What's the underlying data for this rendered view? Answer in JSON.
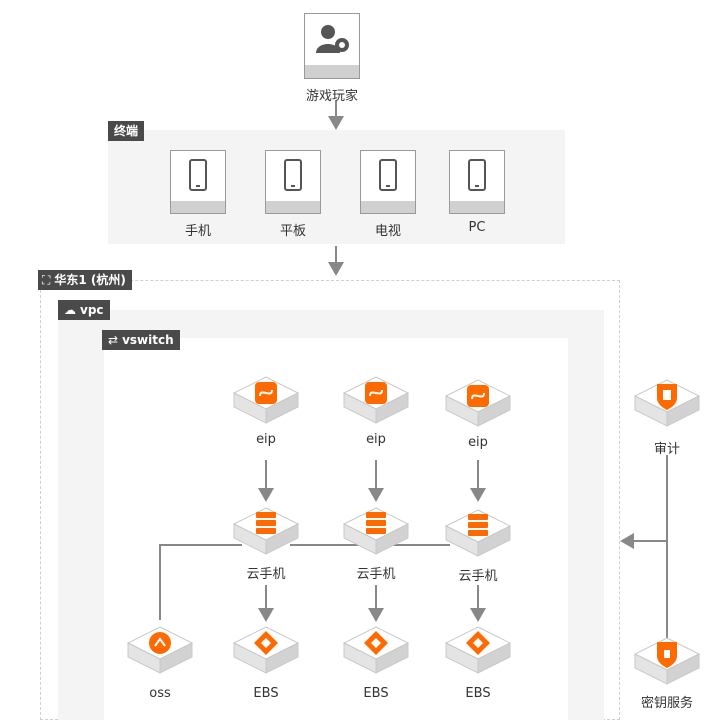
{
  "player": {
    "label": "游戏玩家"
  },
  "terminal": {
    "tag": "终端",
    "devices": [
      {
        "label": "手机"
      },
      {
        "label": "平板"
      },
      {
        "label": "电视"
      },
      {
        "label": "PC"
      }
    ]
  },
  "region": {
    "tag": "华东1 (杭州)"
  },
  "vpc": {
    "tag": "vpc"
  },
  "vswitch": {
    "tag": "vswitch"
  },
  "eips": [
    {
      "label": "eip"
    },
    {
      "label": "eip"
    },
    {
      "label": "eip"
    }
  ],
  "cloud_phones": [
    {
      "label": "云手机"
    },
    {
      "label": "云手机"
    },
    {
      "label": "云手机"
    }
  ],
  "storage": [
    {
      "label": "oss"
    },
    {
      "label": "EBS"
    },
    {
      "label": "EBS"
    },
    {
      "label": "EBS"
    }
  ],
  "audit": {
    "label": "审计"
  },
  "kms": {
    "label": "密钥服务"
  },
  "colors": {
    "accent": "#ff6a00",
    "tag_bg": "#4a4a4a",
    "panel": "#f5f5f5",
    "line": "#888888"
  }
}
